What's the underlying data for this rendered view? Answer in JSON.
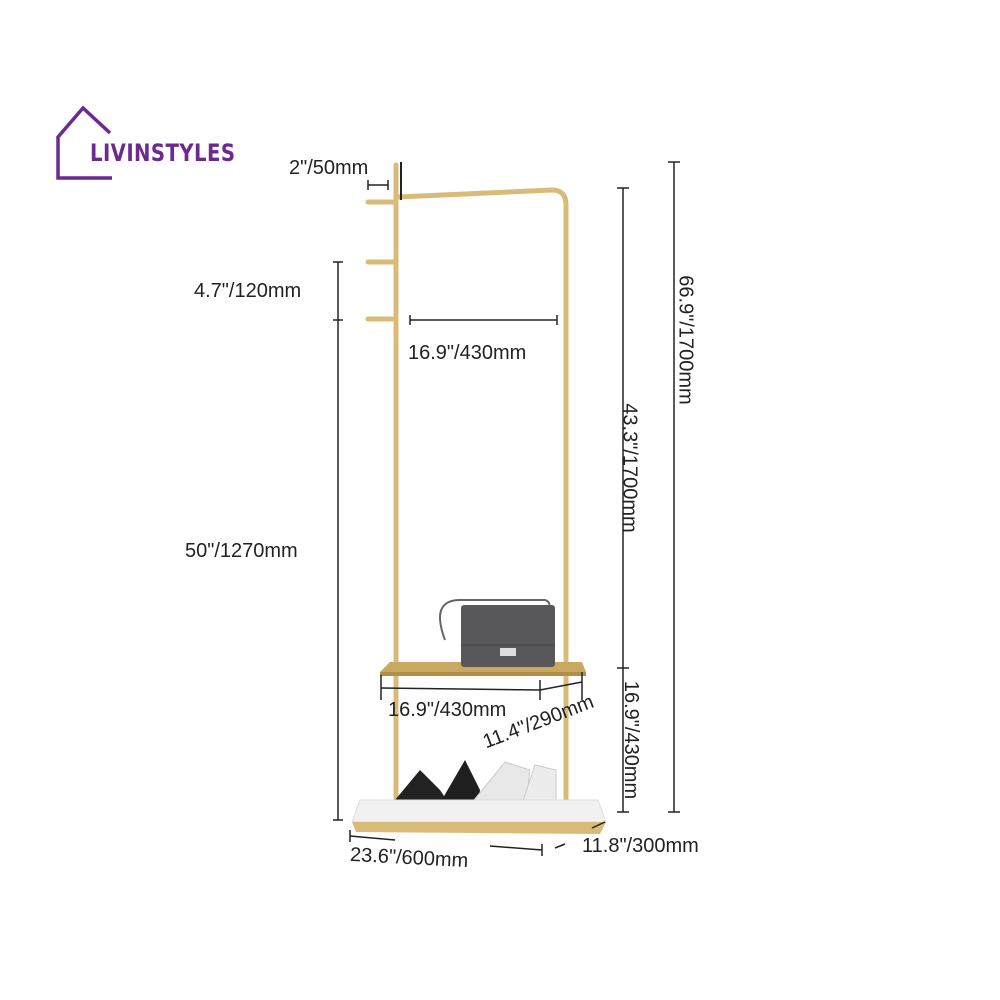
{
  "brand": {
    "name": "LIVINSTYLES",
    "color": "#6c2a8f"
  },
  "colors": {
    "frame": "#d8bb78",
    "bag": "#58585b",
    "base": "#f1f1f1"
  },
  "dimensions": {
    "hook_depth": "2\"/50mm",
    "hook_spacing": "4.7\"/120mm",
    "hook_height": "50\"/1270mm",
    "top_width": "16.9\"/430mm",
    "upper_height": "43.3\"/1700mm",
    "total_height": "66.9\"/1700mm",
    "shelf_width": "16.9\"/430mm",
    "shelf_depth": "11.4\"/290mm",
    "lower_height": "16.9\"/430mm",
    "base_width": "23.6\"/600mm",
    "base_depth": "11.8\"/300mm"
  }
}
